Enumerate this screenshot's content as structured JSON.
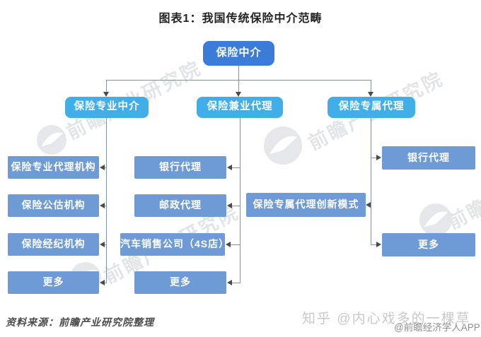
{
  "title": "图表1：我国传统保险中介范畴",
  "colors": {
    "root_box": "#3b7cd9",
    "branch_box": "#41aee8",
    "leaf_box": "#6e9bd6",
    "line": "#8193a9",
    "arrow": "#4a4a4a",
    "box_text": "#ffffff"
  },
  "tree": {
    "root": {
      "label": "保险中介"
    },
    "branches": [
      {
        "label": "保险专业中介",
        "children": [
          "保险专业代理机构",
          "保险公估机构",
          "保险经纪机构",
          "更多"
        ]
      },
      {
        "label": "保险兼业代理",
        "children": [
          "银行代理",
          "邮政代理",
          "汽车销售公司（4S店）",
          "更多"
        ]
      },
      {
        "label": "保险专属代理",
        "children": [
          "银行代理",
          "保险专属代理创新模式",
          "更多"
        ]
      }
    ]
  },
  "watermark": {
    "brand": "前瞻产业研究院"
  },
  "footer": {
    "source": "资料来源：前瞻产业研究院整理",
    "zhihu": "知乎 @内心戏多的一棵草",
    "app": "@前瞻经济学人APP"
  }
}
